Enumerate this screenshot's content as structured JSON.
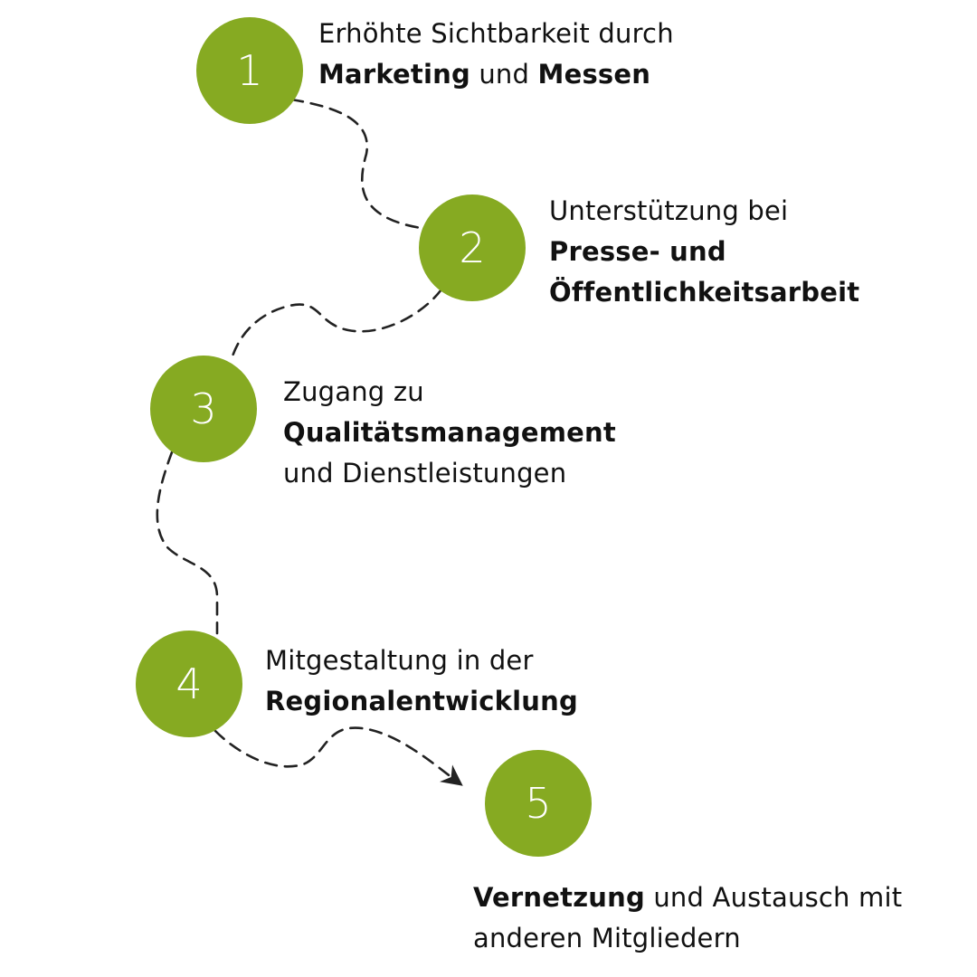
{
  "colors": {
    "circle": "#86aa22",
    "path": "#222222",
    "text": "#111111"
  },
  "steps": [
    {
      "number": "1",
      "lines": [
        [
          {
            "text": "Erhöhte Sichtbarkeit durch",
            "bold": false
          }
        ],
        [
          {
            "text": "Marketing",
            "bold": true
          },
          {
            "text": " und ",
            "bold": false
          },
          {
            "text": "Messen",
            "bold": true
          }
        ]
      ]
    },
    {
      "number": "2",
      "lines": [
        [
          {
            "text": "Unterstützung bei",
            "bold": false
          }
        ],
        [
          {
            "text": "Presse- und",
            "bold": true
          }
        ],
        [
          {
            "text": "Öffentlichkeitsarbeit",
            "bold": true
          }
        ]
      ]
    },
    {
      "number": "3",
      "lines": [
        [
          {
            "text": "Zugang zu",
            "bold": false
          }
        ],
        [
          {
            "text": "Qualitätsmanagement",
            "bold": true
          }
        ],
        [
          {
            "text": "und Dienstleistungen",
            "bold": false
          }
        ]
      ]
    },
    {
      "number": "4",
      "lines": [
        [
          {
            "text": "Mitgestaltung in der",
            "bold": false
          }
        ],
        [
          {
            "text": "Regionalentwicklung",
            "bold": true
          }
        ]
      ]
    },
    {
      "number": "5",
      "lines": [
        [
          {
            "text": "Vernetzung",
            "bold": true
          },
          {
            "text": " und Austausch mit",
            "bold": false
          }
        ],
        [
          {
            "text": "anderen Mitgliedern",
            "bold": false
          }
        ]
      ]
    }
  ]
}
